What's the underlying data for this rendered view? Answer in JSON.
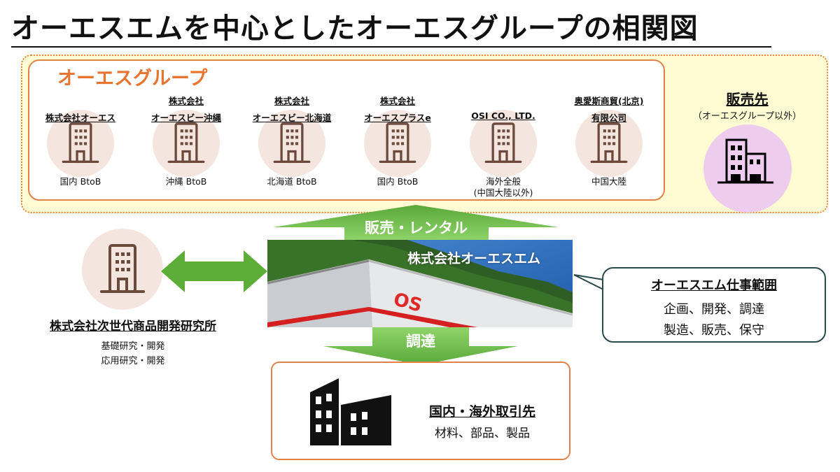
{
  "title": "オーエスエムを中心としたオーエスグループの相関図",
  "group": {
    "title": "オーエスグループ",
    "companies": [
      {
        "line1": "",
        "line2": "株式会社オーエス",
        "sub1": "国内 BtoB",
        "sub2": ""
      },
      {
        "line1": "株式会社",
        "line2": "オーエスビー沖縄",
        "sub1": "沖縄 BtoB",
        "sub2": ""
      },
      {
        "line1": "株式会社",
        "line2": "オーエスビー北海道",
        "sub1": "北海道 BtoB",
        "sub2": ""
      },
      {
        "line1": "株式会社",
        "line2": "オーエスプラスe",
        "sub1": "国内 BtoB",
        "sub2": ""
      },
      {
        "line1": "",
        "line2": "OSI CO., LTD.",
        "sub1": "海外全般",
        "sub2": "(中国大陸以外)"
      },
      {
        "line1": "奥愛斯商貿(北京)",
        "line2": "有限公司",
        "sub1": "中国大陸",
        "sub2": ""
      }
    ]
  },
  "customers": {
    "title": "販売先",
    "note": "（オーエスグループ以外）"
  },
  "arrow_up_label": "販売・レンタル",
  "arrow_down_label": "調達",
  "center": {
    "name": "株式会社オーエスエム",
    "logo": "OS"
  },
  "lab": {
    "name": "株式会社次世代商品開発研究所",
    "lines": [
      "基礎研究・開発",
      "応用研究・開発"
    ]
  },
  "scope": {
    "title": "オーエスエム仕事範囲",
    "lines": [
      "企画、開発、調達",
      "製造、販売、保守"
    ]
  },
  "suppliers": {
    "title": "国内・海外取引先",
    "items": "材料、部品、製品"
  },
  "colors": {
    "orange": "#e8752f",
    "green": "#6fbf4a",
    "brown": "#6b4a3d",
    "pink": "#eeccee"
  }
}
